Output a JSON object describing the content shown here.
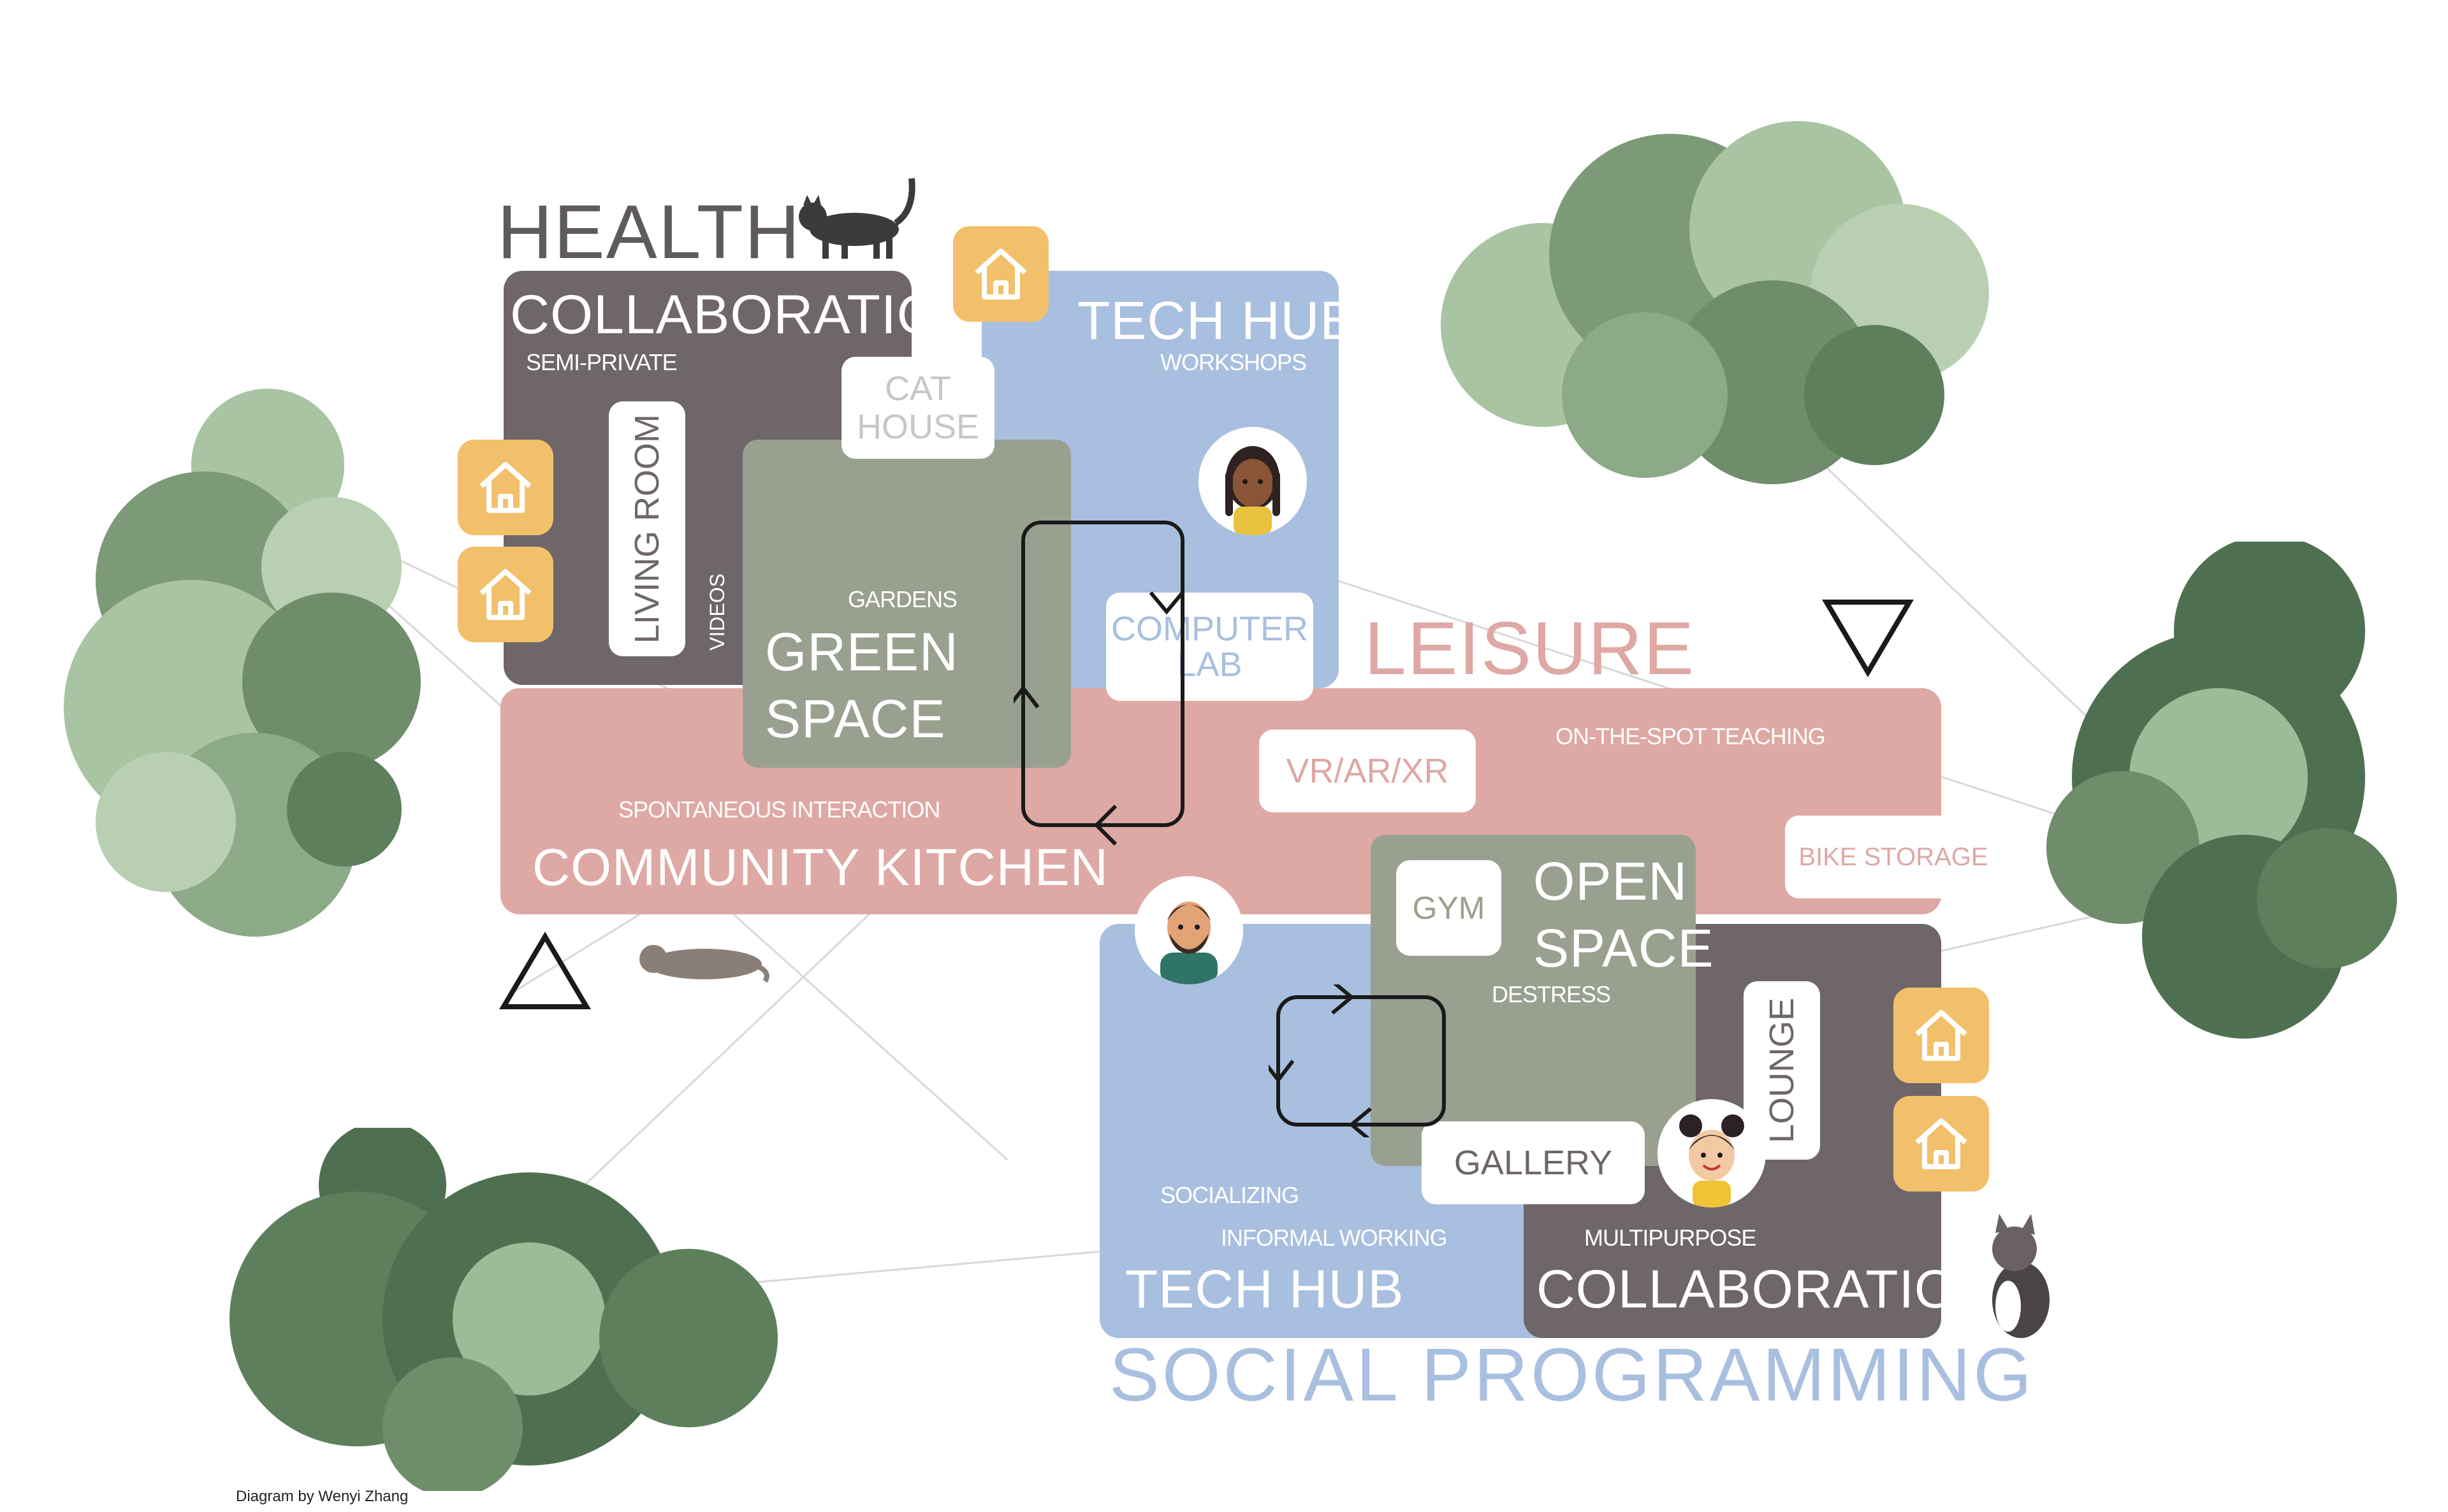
{
  "headings": {
    "health": "HEALTH",
    "leisure": "LEISURE",
    "social_programming": "SOCIAL PROGRAMMING"
  },
  "zones": {
    "collaboration_top": {
      "title": "COLLABORATION",
      "subtitle": "SEMI-PRIVATE",
      "color": "#6e6668"
    },
    "tech_hub_top": {
      "title": "TECH HUB",
      "subtitle": "WORKSHOPS",
      "color": "#a9bfdf"
    },
    "green_space": {
      "title_line1": "GREEN",
      "title_line2": "SPACE",
      "subtitle": "GARDENS",
      "color": "#9aa090"
    },
    "community_kitchen": {
      "title": "COMMUNITY KITCHEN",
      "subtitle": "SPONTANEOUS INTERACTION",
      "extra": "ON-THE-SPOT TEACHING",
      "color": "#dea8a4"
    },
    "open_space": {
      "title_line1": "OPEN",
      "title_line2": "SPACE",
      "subtitle": "DESTRESS",
      "color": "#9aa090"
    },
    "tech_hub_bottom": {
      "title": "TECH HUB",
      "subtitle1": "SOCIALIZING",
      "subtitle2": "INFORMAL WORKING",
      "color": "#a9bfdf"
    },
    "collaboration_bottom": {
      "title": "COLLABORATION",
      "subtitle": "MULTIPURPOSE",
      "color": "#6e6668"
    }
  },
  "tags": {
    "living_room": "LIVING ROOM",
    "videos": "VIDEOS",
    "cat_house_line1": "CAT",
    "cat_house_line2": "HOUSE",
    "computer_lab_line1": "COMPUTER",
    "computer_lab_line2": "LAB",
    "vr_ar_xr": "VR/AR/XR",
    "bike_storage": "BIKE STORAGE",
    "gym": "GYM",
    "gallery": "GALLERY",
    "lounge": "LOUNGE"
  },
  "credit": "Diagram by Wenyi Zhang",
  "colors": {
    "heading_gray": "#5f5a5c",
    "leisure_pink": "#dea8a4",
    "social_blue": "#a9bfdf",
    "house_orange": "#f2c06a",
    "tree_dark": "#5e7f5c",
    "tree_light": "#a8c4a2"
  }
}
